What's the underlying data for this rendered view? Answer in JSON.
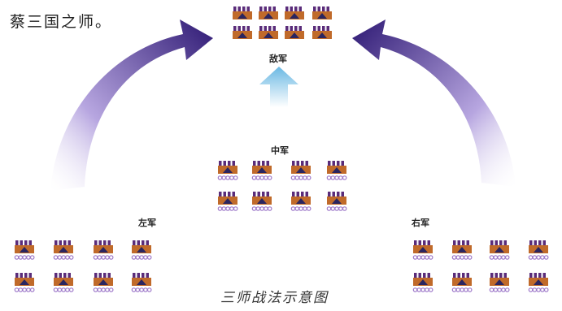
{
  "title": "蔡三国之师。",
  "caption": "三师战法示意图",
  "labels": {
    "enemy": "敌军",
    "center": "中军",
    "left": "左军",
    "right": "右军"
  },
  "colors": {
    "arrow_dark": "#3a1f8a",
    "arrow_light": "#d9d0f2",
    "center_arrow": "#7cc4e6",
    "unit_body": "#5a2c7a",
    "unit_accent": "#c06a2a",
    "troop": "#9d78c9"
  }
}
